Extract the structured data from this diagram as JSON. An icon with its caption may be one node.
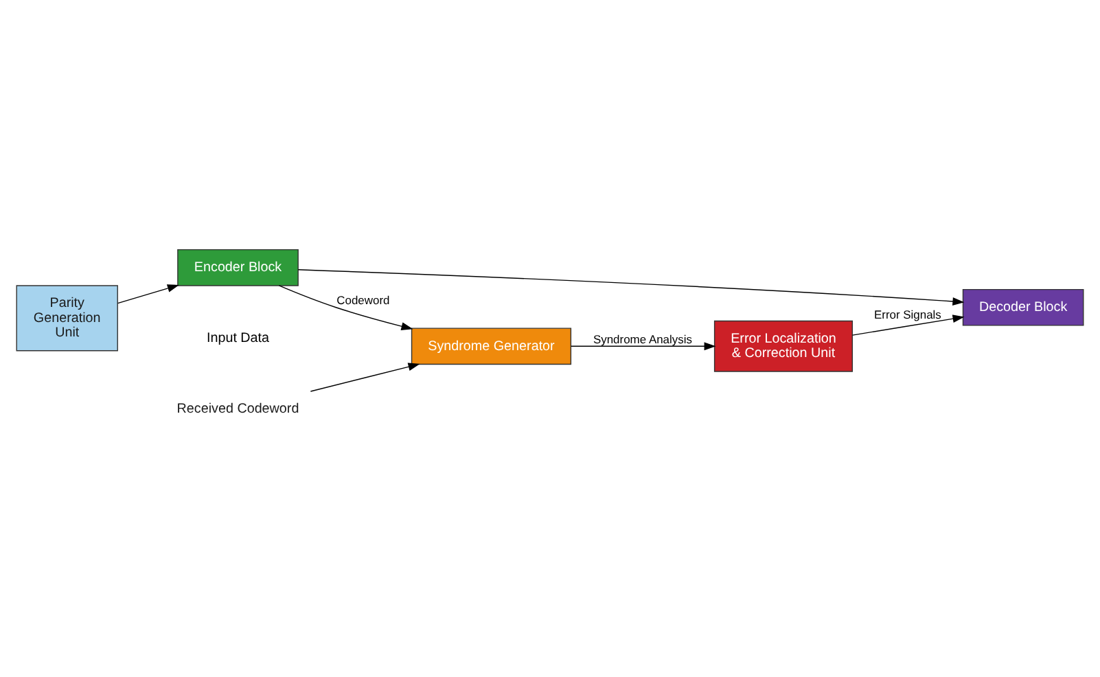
{
  "diagram": {
    "nodes": [
      {
        "text": [
          "Parity Generation Unit"
        ]
      },
      {
        "text": [
          "Encoder Block"
        ]
      },
      {
        "text": [
          "Syndrome Generator"
        ]
      },
      {
        "text": [
          "Decoder Block"
        ]
      },
      {
        "text": [
          "Error Localization & Correction Unit"
        ]
      },
      {
        "text": [
          "Received Codeword"
        ]
      }
    ],
    "edges": [
      {
        "from": 0,
        "to": 1,
        "arrow": "to"
      },
      {
        "from": 1,
        "to": 2,
        "arrow": "to",
        "label": "Codeword"
      },
      {
        "from": 5,
        "to": 2,
        "arrow": "to"
      },
      {
        "from": 1,
        "to": 3,
        "arrow": "to"
      },
      {
        "from": 2,
        "to": 4,
        "arrow": "to",
        "label": "Syndrome Analysis"
      },
      {
        "from": 4,
        "to": 3,
        "arrow": "to",
        "label": "Error Signals"
      }
    ],
    "labels": [
      "Input Data"
    ]
  }
}
